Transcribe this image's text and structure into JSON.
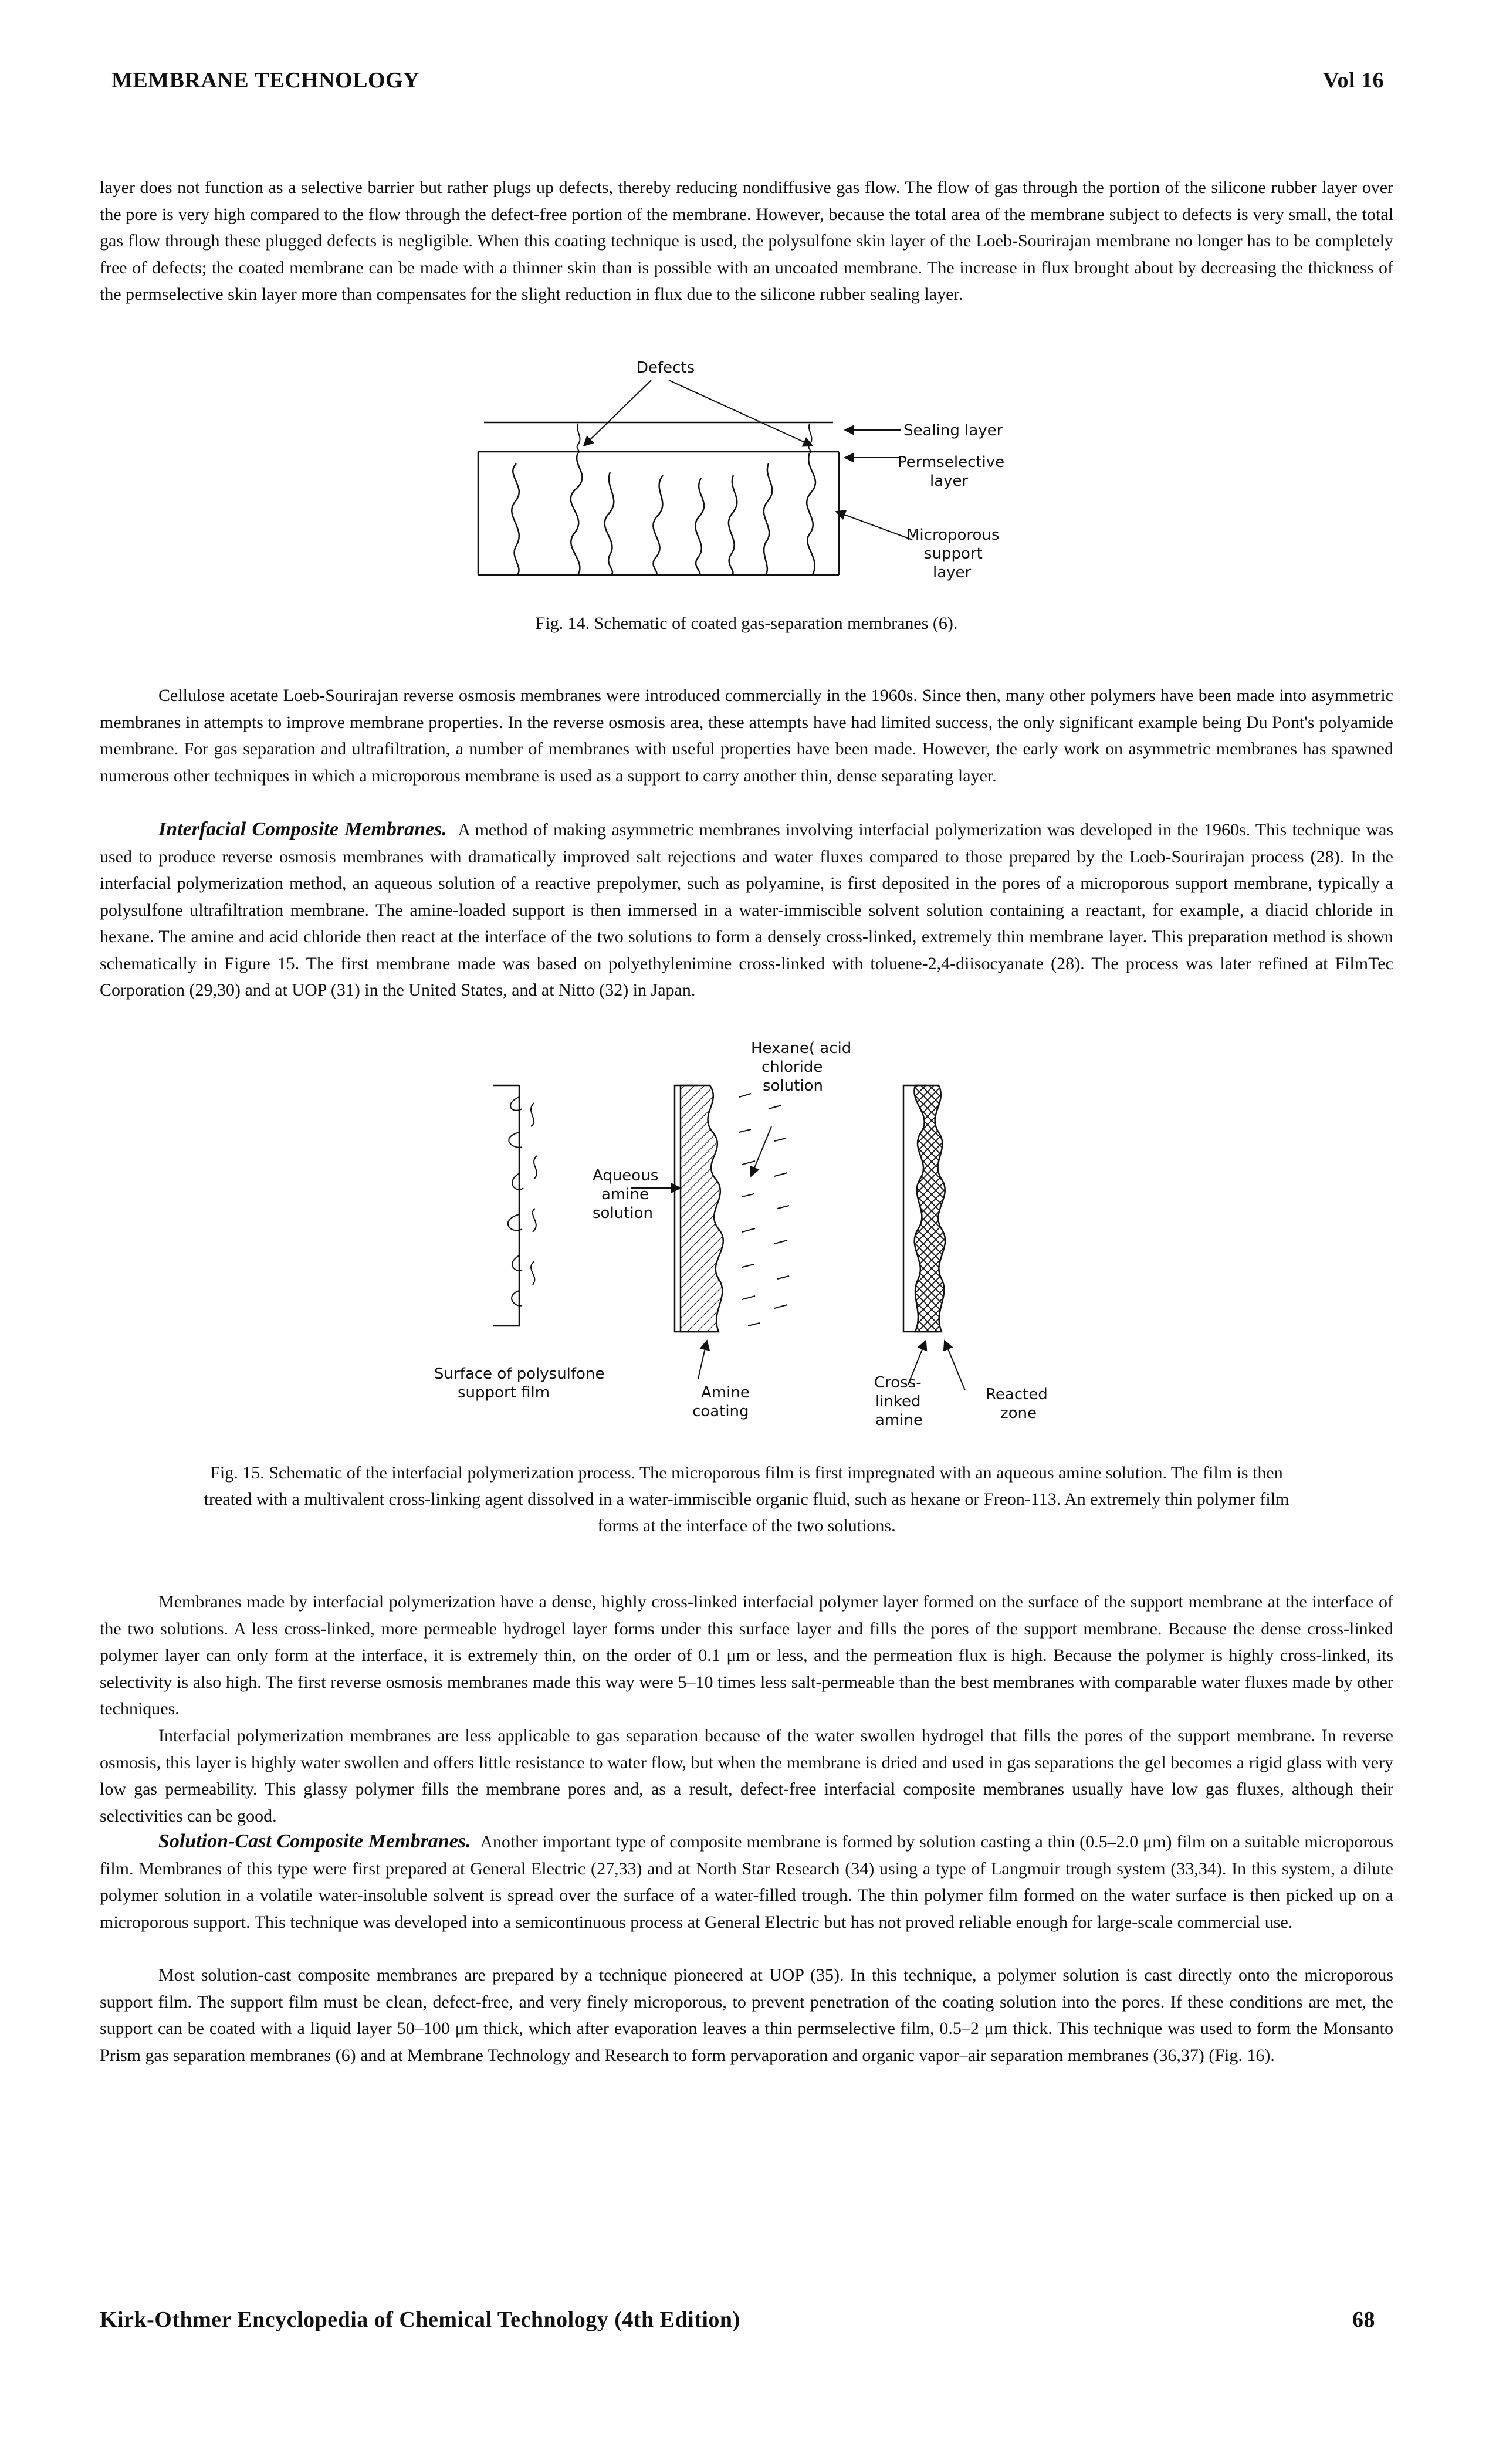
{
  "header": {
    "left": "MEMBRANE TECHNOLOGY",
    "right": "Vol 16"
  },
  "footer": {
    "left": "Kirk-Othmer Encyclopedia of Chemical Technology (4th Edition)",
    "right": "68"
  },
  "paragraphs": {
    "p1": "layer does not function as a selective barrier but rather plugs up defects, thereby reducing nondiffusive gas flow. The flow of gas through the portion of the silicone rubber layer over the pore is very high compared to the flow through the defect-free portion of the membrane. However, because the total area of the membrane subject to defects is very small, the total gas flow through these plugged defects is negligible. When this coating technique is used, the polysulfone skin layer of the Loeb-Sourirajan membrane no longer has to be completely free of defects; the coated membrane can be made with a thinner skin than is possible with an uncoated membrane. The increase in flux brought about by decreasing the thickness of the permselective skin layer more than compensates for the slight reduction in flux due to the silicone rubber sealing layer.",
    "p2": "Cellulose acetate Loeb-Sourirajan reverse osmosis membranes were introduced commercially in the 1960s. Since then, many other polymers have been made into asymmetric membranes in attempts to improve membrane properties. In the reverse osmosis area, these attempts have had limited success, the only significant example being Du Pont's polyamide membrane. For gas separation and ultrafiltration, a number of membranes with useful properties have been made. However, the early work on asymmetric membranes has spawned numerous other techniques in which a microporous membrane is used as a support to carry another thin, dense separating layer.",
    "p3_head": "Interfacial Composite Membranes.",
    "p3": "A method of making asymmetric membranes involving interfacial polymerization was developed in the 1960s. This technique was used to produce reverse osmosis membranes with dramatically improved salt rejections and water fluxes compared to those prepared by the Loeb-Sourirajan process (28). In the interfacial polymerization method, an aqueous solution of a reactive prepolymer, such as polyamine, is first deposited in the pores of a microporous support membrane, typically a polysulfone ultrafiltration membrane. The amine-loaded support is then immersed in a water-immiscible solvent solution containing a reactant, for example, a diacid chloride in hexane. The amine and acid chloride then react at the interface of the two solutions to form a densely cross-linked, extremely thin membrane layer. This preparation method is shown schematically in Figure 15. The first membrane made was based on polyethylenimine cross-linked with toluene-2,4-diisocyanate (28). The process was later refined at FilmTec Corporation (29,30) and at UOP (31) in the United States, and at Nitto (32) in Japan.",
    "p4": "Membranes made by interfacial polymerization have a dense, highly cross-linked interfacial polymer layer formed on the surface of the support membrane at the interface of the two solutions. A less cross-linked, more permeable hydrogel layer forms under this surface layer and fills the pores of the support membrane. Because the dense cross-linked polymer layer can only form at the interface, it is extremely thin, on the order of 0.1 μm or less, and the permeation flux is high. Because the polymer is highly cross-linked, its selectivity is also high. The first reverse osmosis membranes made this way were 5–10 times less salt-permeable than the best membranes with comparable water fluxes made by other techniques.",
    "p5": "Interfacial polymerization membranes are less applicable to gas separation because of the water swollen hydrogel that fills the pores of the support membrane. In reverse osmosis, this layer is highly water swollen and offers little resistance to water flow, but when the membrane is dried and used in gas separations the gel becomes a rigid glass with very low gas permeability. This glassy polymer fills the membrane pores and, as a result, defect-free interfacial composite membranes usually have low gas fluxes, although their selectivities can be good.",
    "p6_head": "Solution-Cast Composite Membranes.",
    "p6": "Another important type of composite membrane is formed by solution casting a thin (0.5–2.0 μm) film on a suitable microporous film. Membranes of this type were first prepared at General Electric (27,33) and at North Star Research (34) using a type of Langmuir trough system (33,34). In this system, a dilute polymer solution in a volatile water-insoluble solvent is spread over the surface of a water-filled trough. The thin polymer film formed on the water surface is then picked up on a microporous support. This technique was developed into a semicontinuous process at General Electric but has not proved reliable enough for large-scale commercial use.",
    "p7": "Most solution-cast composite membranes are prepared by a technique pioneered at UOP (35). In this technique, a polymer solution is cast directly onto the microporous support film. The support film must be clean, defect-free, and very finely microporous, to prevent penetration of the coating solution into the pores. If these conditions are met, the support can be coated with a liquid layer 50–100 μm thick, which after evaporation leaves a thin permselective film, 0.5–2 μm thick. This technique was used to form the Monsanto Prism gas separation membranes (6) and at Membrane Technology and Research to form pervaporation and organic vapor–air separation membranes (36,37) (Fig. 16)."
  },
  "fig14": {
    "caption": "Fig. 14. Schematic of coated gas-separation membranes (6).",
    "labels": {
      "defects": "Defects",
      "sealing": "Sealing layer",
      "perm_1": "Permselective",
      "perm_2": "layer",
      "micro_1": "Microporous",
      "micro_2": "support",
      "micro_3": "layer"
    }
  },
  "fig15": {
    "caption_l1": "Fig. 15. Schematic of the interfacial polymerization process. The microporous film is first impregnated with an aqueous amine solution. The film is then",
    "caption_l2": "treated with a multivalent cross-linking agent dissolved in a water-immiscible organic fluid, such as hexane or Freon-113. An extremely thin polymer film",
    "caption_l3": "forms at the interface of the two solutions.",
    "labels": {
      "hex_1": "Hexane( acid",
      "hex_2": "chloride",
      "hex_3": "solution",
      "aq_1": "Aqueous",
      "aq_2": "amine",
      "aq_3": "solution",
      "surf_1": "Surface of polysulfone",
      "surf_2": "support film",
      "amine_1": "Amine",
      "amine_2": "coating",
      "cross_1": "Cross-",
      "cross_2": "linked",
      "cross_3": "amine",
      "reacted_1": "Reacted",
      "reacted_2": "zone"
    }
  }
}
